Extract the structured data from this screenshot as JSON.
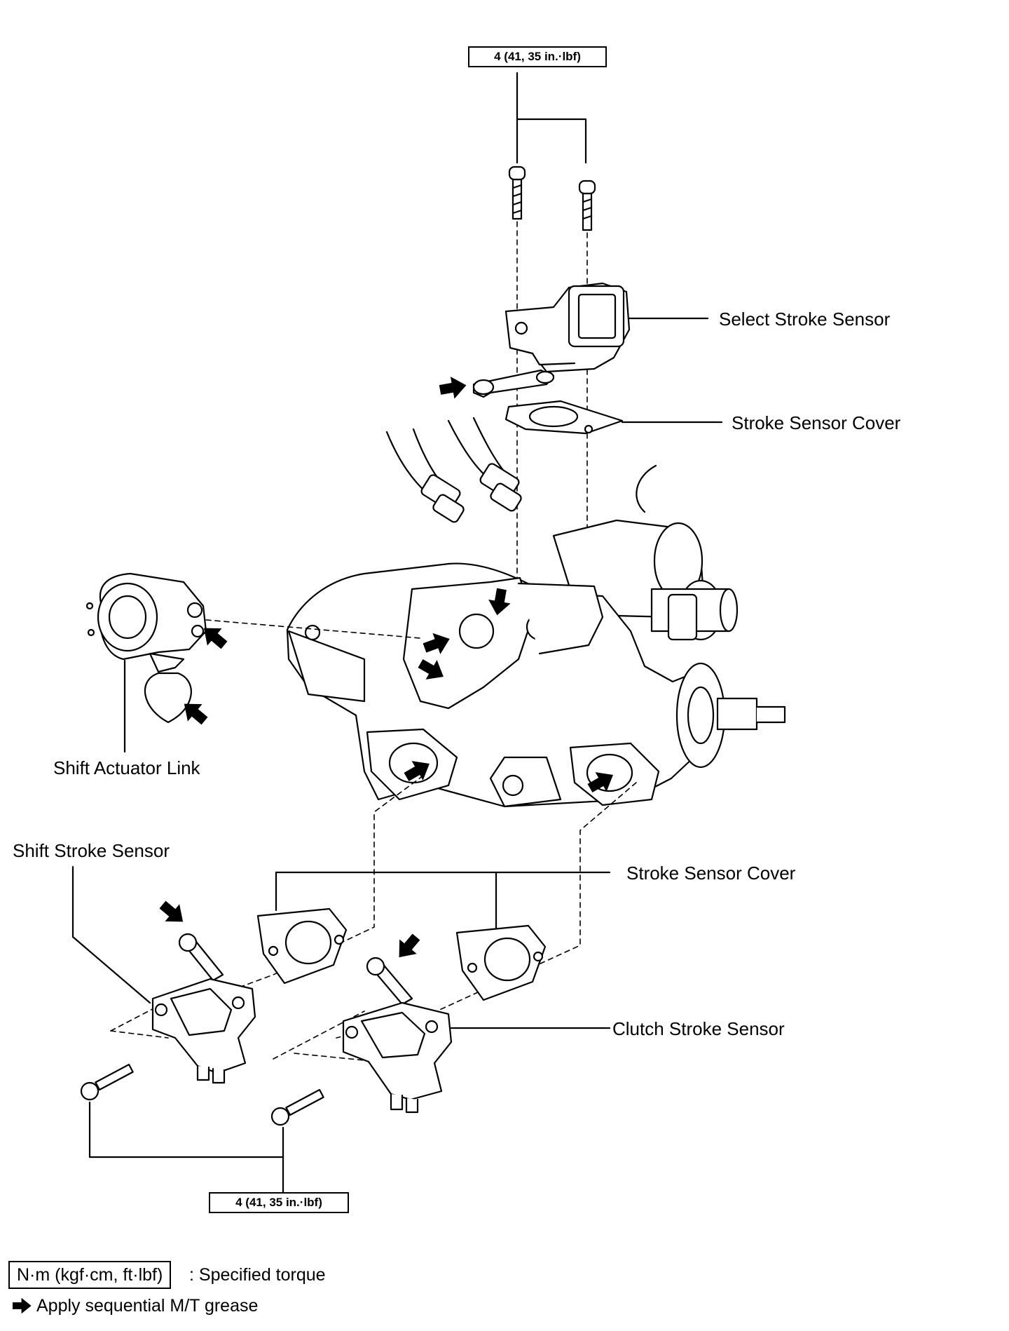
{
  "torque_top": "4 (41, 35 in.·lbf)",
  "torque_bottom": "4 (41, 35 in.·lbf)",
  "labels": {
    "select_stroke_sensor": "Select Stroke Sensor",
    "stroke_sensor_cover_top": "Stroke Sensor Cover",
    "shift_actuator_link": "Shift Actuator Link",
    "shift_stroke_sensor": "Shift Stroke Sensor",
    "stroke_sensor_cover_bottom": "Stroke Sensor Cover",
    "clutch_stroke_sensor": "Clutch Stroke Sensor"
  },
  "legend": {
    "torque_unit": "N·m (kgf·cm, ft·lbf)",
    "torque_desc": ": Specified torque",
    "grease_arrow_icon": "right-arrow-icon",
    "grease_desc": "Apply sequential M/T grease"
  }
}
